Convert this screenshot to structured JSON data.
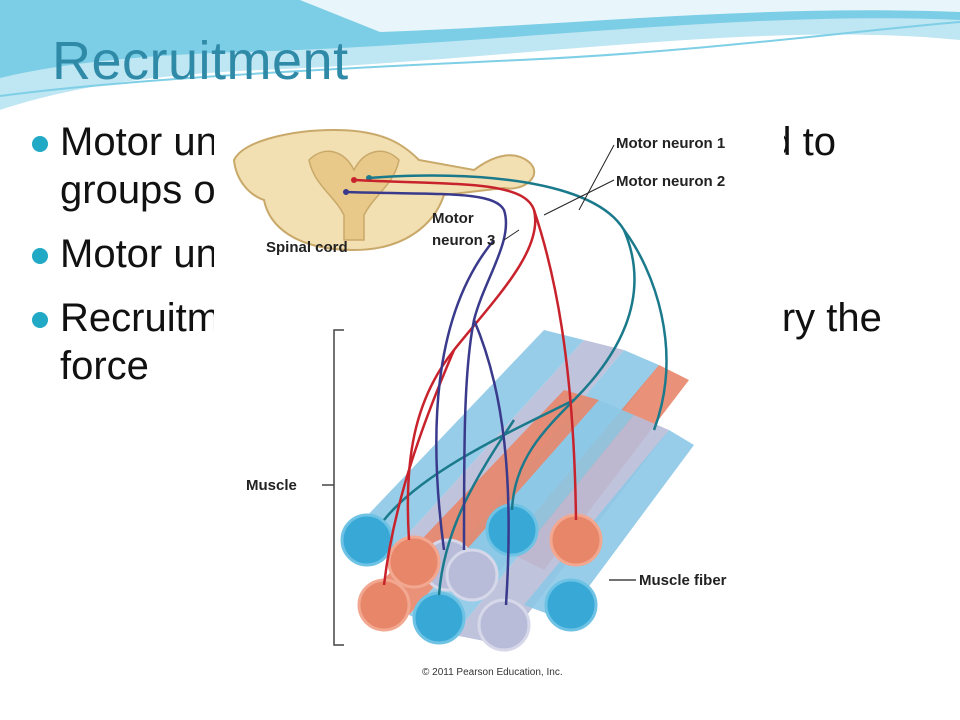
{
  "slide": {
    "title": "Recruitment",
    "bullets": [
      {
        "text": "Motor units are motor neurons connected to groups of muscle fibers"
      },
      {
        "text": "Motor units have different thresholds"
      },
      {
        "text": "Recruitment of different motor units to vary the force"
      }
    ]
  },
  "figure": {
    "labels": {
      "motor_neuron_1": "Motor neuron 1",
      "motor_neuron_2": "Motor neuron 2",
      "motor_neuron_3_line1": "Motor",
      "motor_neuron_3_line2": "neuron 3",
      "spinal_cord": "Spinal cord",
      "muscle": "Muscle",
      "muscle_fiber": "Muscle fiber",
      "copyright": "© 2011 Pearson Education, Inc."
    },
    "colors": {
      "neuron_1": "#1a7a8c",
      "neuron_2": "#c8232c",
      "neuron_3": "#3a3a8c",
      "fiber_blue": "#8cc8e6",
      "fiber_red": "#e8866a",
      "fiber_lavender": "#b8bcd8"
    }
  }
}
